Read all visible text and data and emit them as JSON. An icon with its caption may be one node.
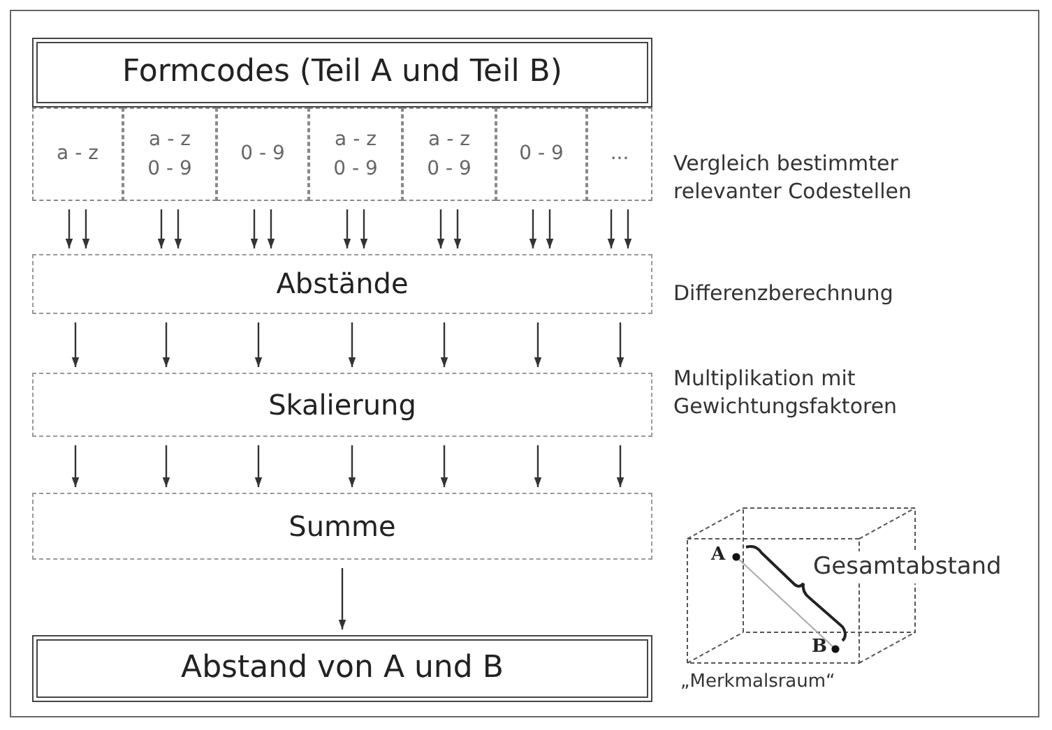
{
  "diagram": {
    "nodes": [
      {
        "text": [
          "Formcodes (Teil A und Teil B)"
        ]
      },
      {
        "text": [
          "a - z"
        ]
      },
      {
        "text": [
          "a - z 0 - 9"
        ]
      },
      {
        "text": [
          "0 - 9"
        ]
      },
      {
        "text": [
          "a - z 0 - 9"
        ]
      },
      {
        "text": [
          "a - z 0 - 9"
        ]
      },
      {
        "text": [
          "0 - 9"
        ]
      },
      {
        "text": [
          "..."
        ]
      },
      {
        "text": [
          "Abstände"
        ]
      },
      {
        "text": [
          "Skalierung"
        ]
      },
      {
        "text": [
          "Summe"
        ]
      },
      {
        "text": [
          "Abstand von A und B"
        ]
      }
    ],
    "edges": [
      {
        "from": 1,
        "to": 8,
        "arrow": "to"
      },
      {
        "from": 1,
        "to": 8,
        "arrow": "to"
      },
      {
        "from": 2,
        "to": 8,
        "arrow": "to"
      },
      {
        "from": 2,
        "to": 8,
        "arrow": "to"
      },
      {
        "from": 3,
        "to": 8,
        "arrow": "to"
      },
      {
        "from": 3,
        "to": 8,
        "arrow": "to"
      },
      {
        "from": 4,
        "to": 8,
        "arrow": "to"
      },
      {
        "from": 4,
        "to": 8,
        "arrow": "to"
      },
      {
        "from": 5,
        "to": 8,
        "arrow": "to"
      },
      {
        "from": 5,
        "to": 8,
        "arrow": "to"
      },
      {
        "from": 6,
        "to": 8,
        "arrow": "to"
      },
      {
        "from": 6,
        "to": 8,
        "arrow": "to"
      },
      {
        "from": 7,
        "to": 8,
        "arrow": "to"
      },
      {
        "from": 7,
        "to": 8,
        "arrow": "to"
      },
      {
        "from": 8,
        "to": 9,
        "arrow": "to"
      },
      {
        "from": 8,
        "to": 9,
        "arrow": "to"
      },
      {
        "from": 8,
        "to": 9,
        "arrow": "to"
      },
      {
        "from": 8,
        "to": 9,
        "arrow": "to"
      },
      {
        "from": 8,
        "to": 9,
        "arrow": "to"
      },
      {
        "from": 8,
        "to": 9,
        "arrow": "to"
      },
      {
        "from": 8,
        "to": 9,
        "arrow": "to"
      },
      {
        "from": 9,
        "to": 10,
        "arrow": "to"
      },
      {
        "from": 9,
        "to": 10,
        "arrow": "to"
      },
      {
        "from": 9,
        "to": 10,
        "arrow": "to"
      },
      {
        "from": 9,
        "to": 10,
        "arrow": "to"
      },
      {
        "from": 9,
        "to": 10,
        "arrow": "to"
      },
      {
        "from": 9,
        "to": 10,
        "arrow": "to"
      },
      {
        "from": 9,
        "to": 10,
        "arrow": "to"
      },
      {
        "from": 10,
        "to": 11,
        "arrow": "to"
      }
    ],
    "labels": [
      "Vergleich bestimmter relevanter Codestellen",
      "Differenzberechnung",
      "Multiplikation mit Gewichtungsfaktoren",
      "A",
      "B",
      "Gesamtabstand",
      "„Merkmalsraum“"
    ]
  }
}
